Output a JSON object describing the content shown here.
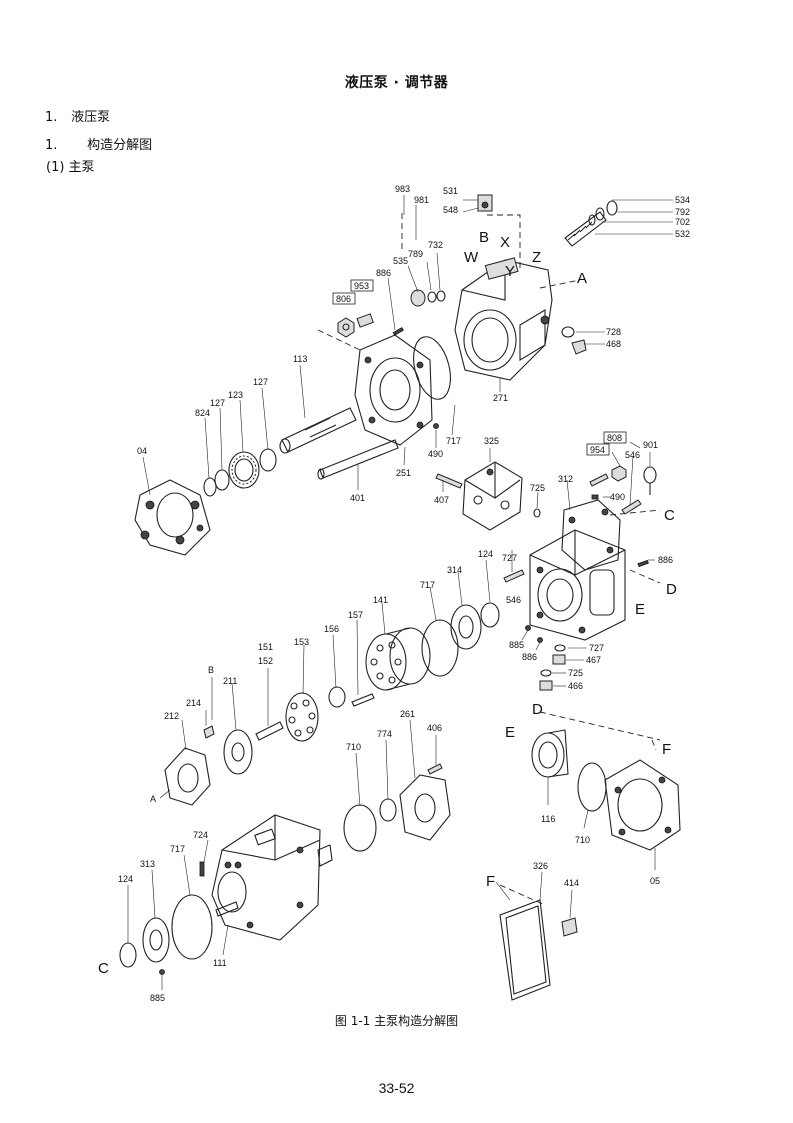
{
  "header": {
    "title": "液压泵 · 调节器",
    "section1_num": "1.",
    "section1_label": "液压泵",
    "section2_num": "1.",
    "section2_label": "构造分解图",
    "section3_label": "(1) 主泵"
  },
  "caption": "图 1-1 主泵构造分解图",
  "page_number": "33-52",
  "reference_letters": [
    "A",
    "B",
    "C",
    "D",
    "E",
    "F",
    "W",
    "X",
    "Y",
    "Z"
  ],
  "part_numbers": [
    "983",
    "981",
    "531",
    "548",
    "534",
    "792",
    "702",
    "532",
    "535",
    "789",
    "732",
    "886",
    "953",
    "806",
    "728",
    "468",
    "113",
    "127",
    "123",
    "824",
    "04",
    "717",
    "490",
    "271",
    "251",
    "401",
    "325",
    "407",
    "725",
    "808",
    "954",
    "901",
    "546",
    "312",
    "727",
    "124",
    "314",
    "141",
    "157",
    "156",
    "153",
    "151",
    "152",
    "211",
    "214",
    "212",
    "885",
    "467",
    "466",
    "406",
    "261",
    "774",
    "710",
    "116",
    "05",
    "724",
    "313",
    "111",
    "326",
    "414"
  ]
}
